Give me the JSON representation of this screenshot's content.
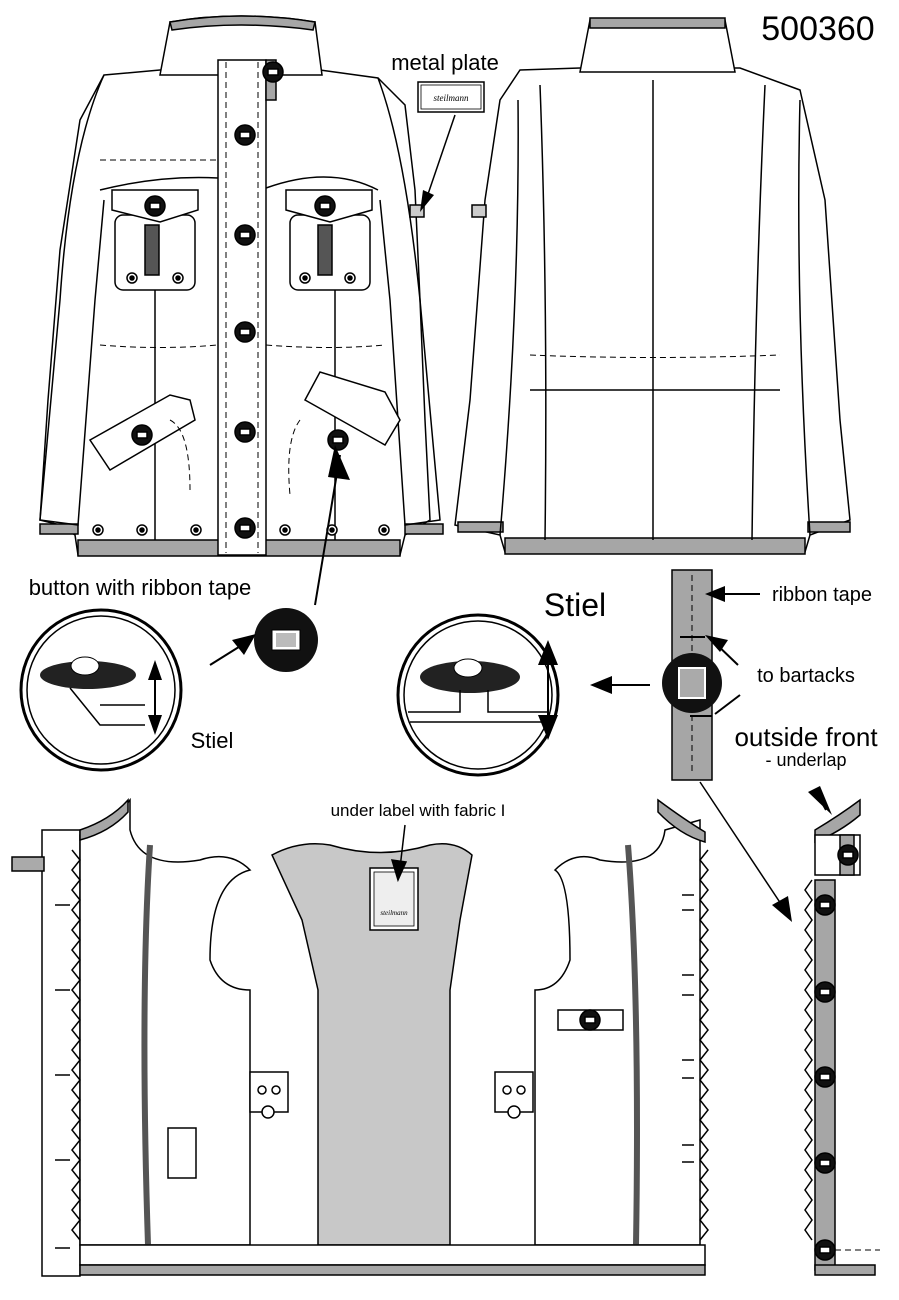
{
  "style_number": "500360",
  "labels": {
    "metal_plate": "metal plate",
    "plate_brand": "steilmann",
    "button_with_ribbon_tape": "button with ribbon tape",
    "stiel_small": "Stiel",
    "stiel_large": "Stiel",
    "ribbon_tape": "ribbon tape",
    "to_bartacks": "to bartacks",
    "outside_front": "outside front",
    "underlap": "- underlap",
    "under_label": "under label with fabric I",
    "inside_label_brand": "steilmann"
  },
  "colors": {
    "outline": "#000000",
    "fabric": "#ffffff",
    "tape_gray": "#a6a6a6",
    "lining_gray": "#c8c8c8",
    "button": "#111111"
  }
}
